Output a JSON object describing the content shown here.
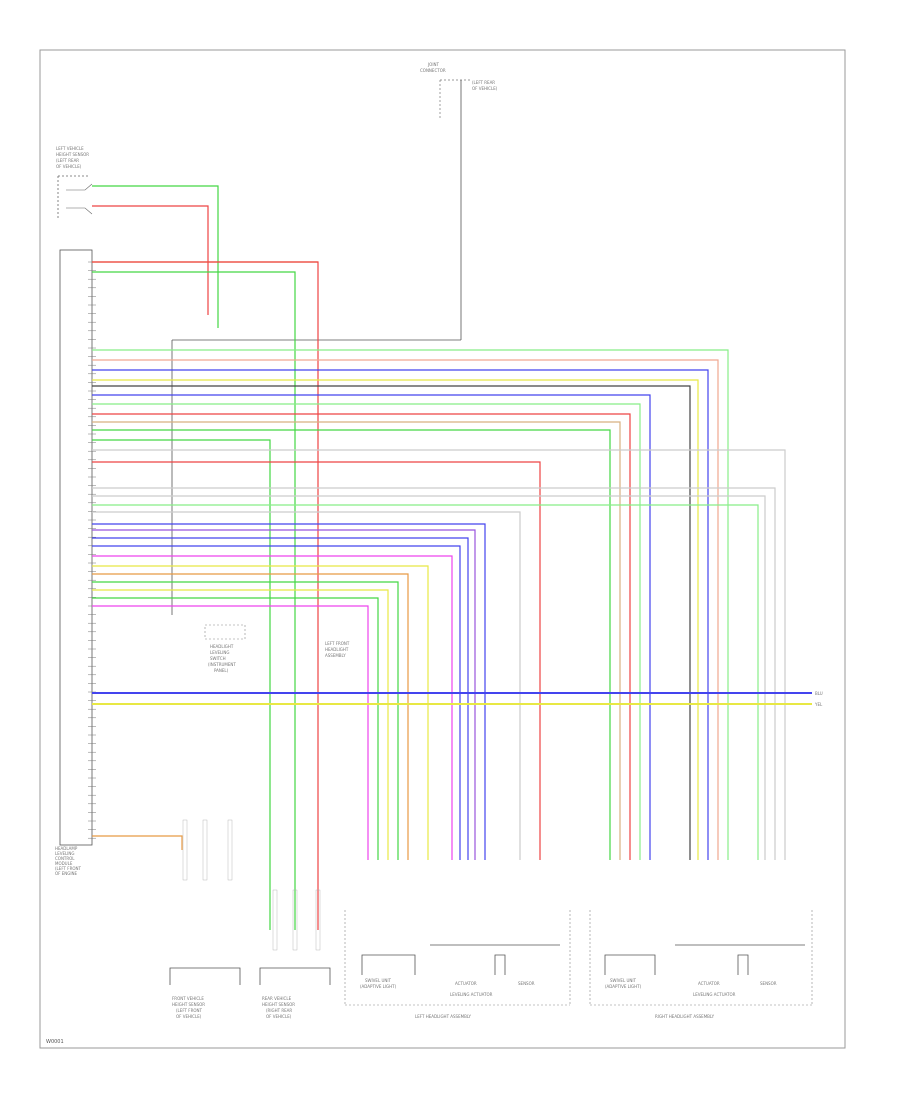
{
  "diagram": {
    "page_code": "W0001",
    "ecu": {
      "name_lines": [
        "HEADLAMP",
        "LEVELING",
        "CONTROL",
        "MODULE",
        "(LEFT FRONT",
        "OF ENGINE"
      ]
    },
    "left_sensor": {
      "name_lines": [
        "LEFT VEHICLE",
        "HEIGHT SENSOR",
        "(LEFT REAR",
        "OF VEHICLE)"
      ]
    },
    "top_connector": {
      "name_lines": [
        "JOINT",
        "CONNECTOR",
        "(LEFT REAR",
        "OF VEHICLE)"
      ]
    },
    "center_note": [
      "HEADLIGHT",
      "LEVELING",
      "SWITCH",
      "(INSTRUMENT",
      "PANEL)"
    ],
    "right_note": [
      "LEFT FRONT",
      "HEADLIGHT",
      "ASSEMBLY"
    ],
    "bus_labels": [
      "BLU",
      "YEL"
    ],
    "bottom_modules": [
      {
        "name_lines": [
          "FRONT VEHICLE",
          "HEIGHT SENSOR",
          "(LEFT FRONT",
          "OF VEHICLE)"
        ]
      },
      {
        "name_lines": [
          "REAR VEHICLE",
          "HEIGHT SENSOR",
          "(RIGHT REAR",
          "OF VEHICLE)"
        ]
      }
    ],
    "assemblies": [
      {
        "title": "LEFT HEADLIGHT ASSEMBLY",
        "parts": [
          {
            "name": "SWIVEL UNIT",
            "sub": "(ADAPTIVE LIGHT)"
          },
          {
            "name": "ACTUATOR",
            "sub": ""
          },
          {
            "name": "SENSOR",
            "sub": ""
          }
        ],
        "sub_label": "LEVELING ACTUATOR"
      },
      {
        "title": "RIGHT HEADLIGHT ASSEMBLY",
        "parts": [
          {
            "name": "SWIVEL UNIT",
            "sub": "(ADAPTIVE LIGHT)"
          },
          {
            "name": "ACTUATOR",
            "sub": ""
          },
          {
            "name": "SENSOR",
            "sub": ""
          }
        ],
        "sub_label": "LEVELING ACTUATOR"
      }
    ],
    "wire_colors": {
      "green": "#44d744",
      "red": "#ee4444",
      "blue": "#4444ee",
      "yellow": "#e8e844",
      "orange": "#e89a44",
      "pink": "#ee44ee",
      "black": "#444444",
      "white": "#cccccc",
      "ltgreen": "#88ee88",
      "tan": "#d8b080",
      "violet": "#9955dd",
      "peach": "#f0a890"
    }
  }
}
